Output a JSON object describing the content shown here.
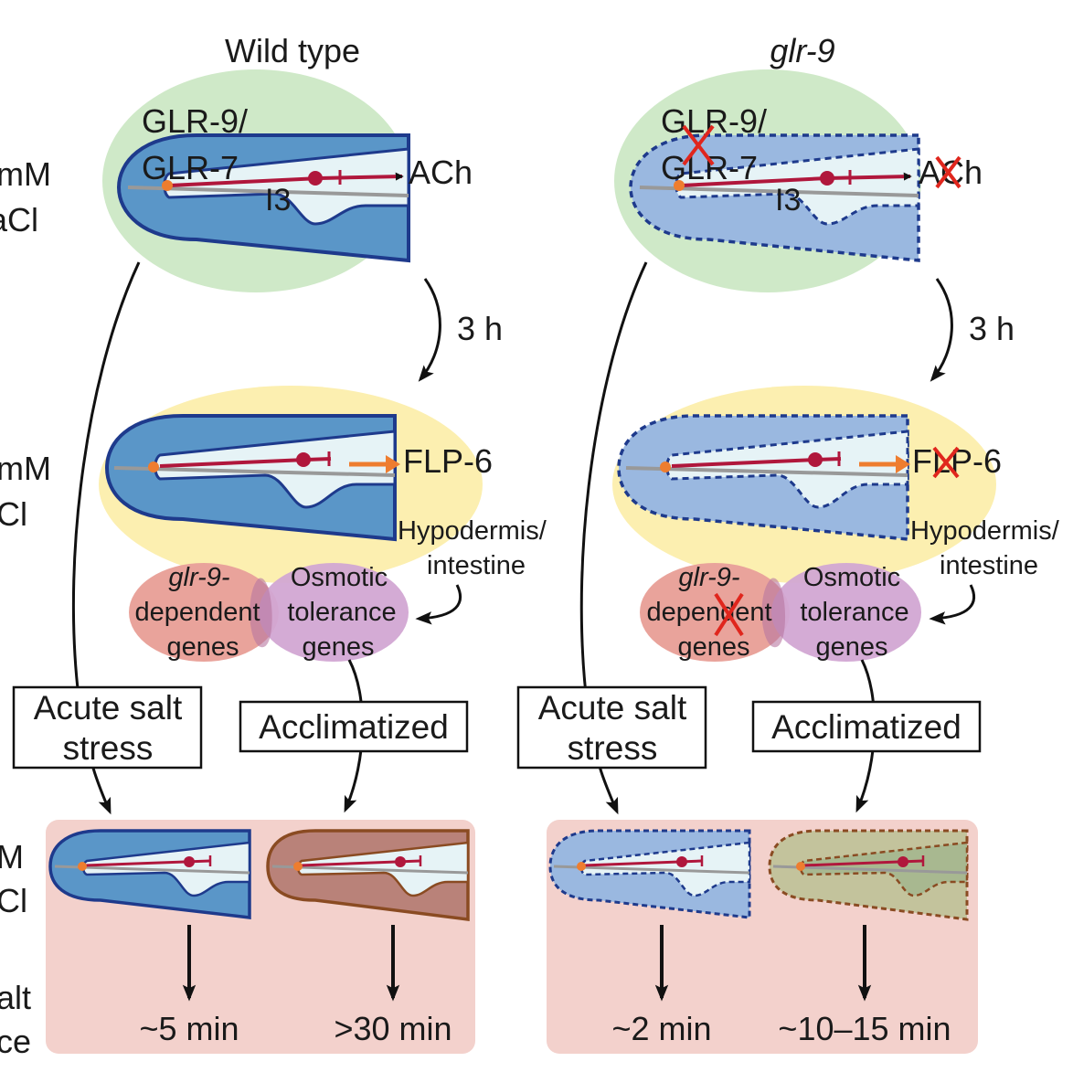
{
  "colors": {
    "wt_blue": "#5a96c8",
    "wt_outline": "#1e3a8c",
    "mut_blue": "#9ab8e0",
    "lumen": "#e6f3f6",
    "neuron_red": "#b0173c",
    "orange": "#ee7d2f",
    "green_bg": "#cfe9c8",
    "yellow_bg": "#fcefb0",
    "pink_panel": "#f3d1cc",
    "red_ellipse": "#e9a39b",
    "purple_ellipse": "#d2a6d3",
    "brown_head": "#b98279",
    "brown_outline": "#8a4b22",
    "olive_head": "#c3c39c",
    "cross_red": "#e0261d"
  },
  "left_edge_labels": {
    "row1_a": "mM",
    "row1_b": "aCl",
    "row2_a": "mM",
    "row2_b": "Cl",
    "row3_a": "M",
    "row3_b": "Cl",
    "row4_a": "alt",
    "row4_b": "ce"
  },
  "wild_type": {
    "title": "Wild type",
    "receptor_line1": "GLR-9/",
    "receptor_line2": "GLR-7",
    "neuron": "I3",
    "output1": "ACh",
    "time_step": "3 h",
    "output2": "FLP-6",
    "tissue_line1": "Hypodermis/",
    "tissue_line2": "intestine",
    "genes_a_line1": "glr-9-",
    "genes_a_line2": "dependent",
    "genes_a_line3": "genes",
    "genes_b_line1": "Osmotic",
    "genes_b_line2": "tolerance",
    "genes_b_line3": "genes",
    "box_acute_line1": "Acute salt",
    "box_acute_line2": "stress",
    "box_acclimatized": "Acclimatized",
    "time_acute": "~5 min",
    "time_acclimatized": ">30 min"
  },
  "mutant": {
    "title": "glr-9",
    "receptor_line1": "GLR-9/",
    "receptor_line2": "GLR-7",
    "neuron": "I3",
    "output1": "ACh",
    "time_step": "3 h",
    "output2": "FLP-6",
    "tissue_line1": "Hypodermis/",
    "tissue_line2": "intestine",
    "genes_a_line1": "glr-9-",
    "genes_a_line2": "dependent",
    "genes_a_line3": "genes",
    "genes_b_line1": "Osmotic",
    "genes_b_line2": "tolerance",
    "genes_b_line3": "genes",
    "box_acute_line1": "Acute salt",
    "box_acute_line2": "stress",
    "box_acclimatized": "Acclimatized",
    "time_acute": "~2 min",
    "time_acclimatized": "~10–15 min"
  }
}
